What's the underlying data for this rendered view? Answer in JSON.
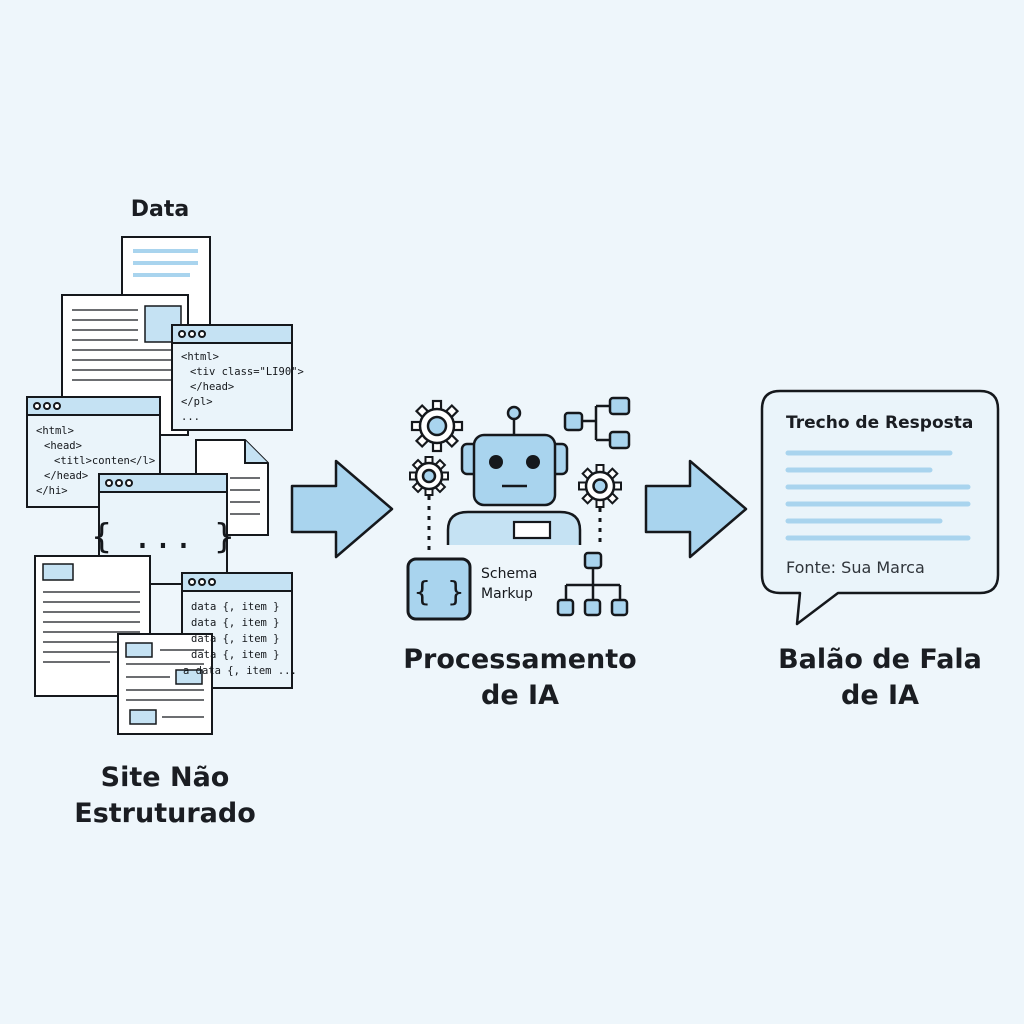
{
  "labels": {
    "data": "Data",
    "site_line1": "Site Não",
    "site_line2": "Estruturado",
    "proc_line1": "Processamento",
    "proc_line2": "de IA",
    "balao_line1": "Balão de Fala",
    "balao_line2": "de IA"
  },
  "code_snippets": {
    "window_a": [
      "<html>",
      "<tiv class=\"LI90\">",
      "</head>",
      "</pl>",
      "..."
    ],
    "window_b": [
      "<html>",
      "<head>",
      "<titl>conten</l>",
      "</head>",
      "</hi>"
    ],
    "json_window": [
      "{ ... }"
    ],
    "data_window": [
      "data {, item }",
      "data {, item }",
      "data {, item }",
      "data {, item }",
      "a data {, item ..."
    ]
  },
  "center": {
    "schema_line1": "Schema",
    "schema_line2": "Markup",
    "braces": "{ }"
  },
  "bubble": {
    "title": "Trecho de Resposta",
    "source": "Fonte: Sua Marca"
  },
  "colors": {
    "background": "#eef6fb",
    "accent_light": "#c5e2f3",
    "accent_mid": "#a9d4ee",
    "stroke": "#15181c",
    "paper": "#ffffff"
  }
}
